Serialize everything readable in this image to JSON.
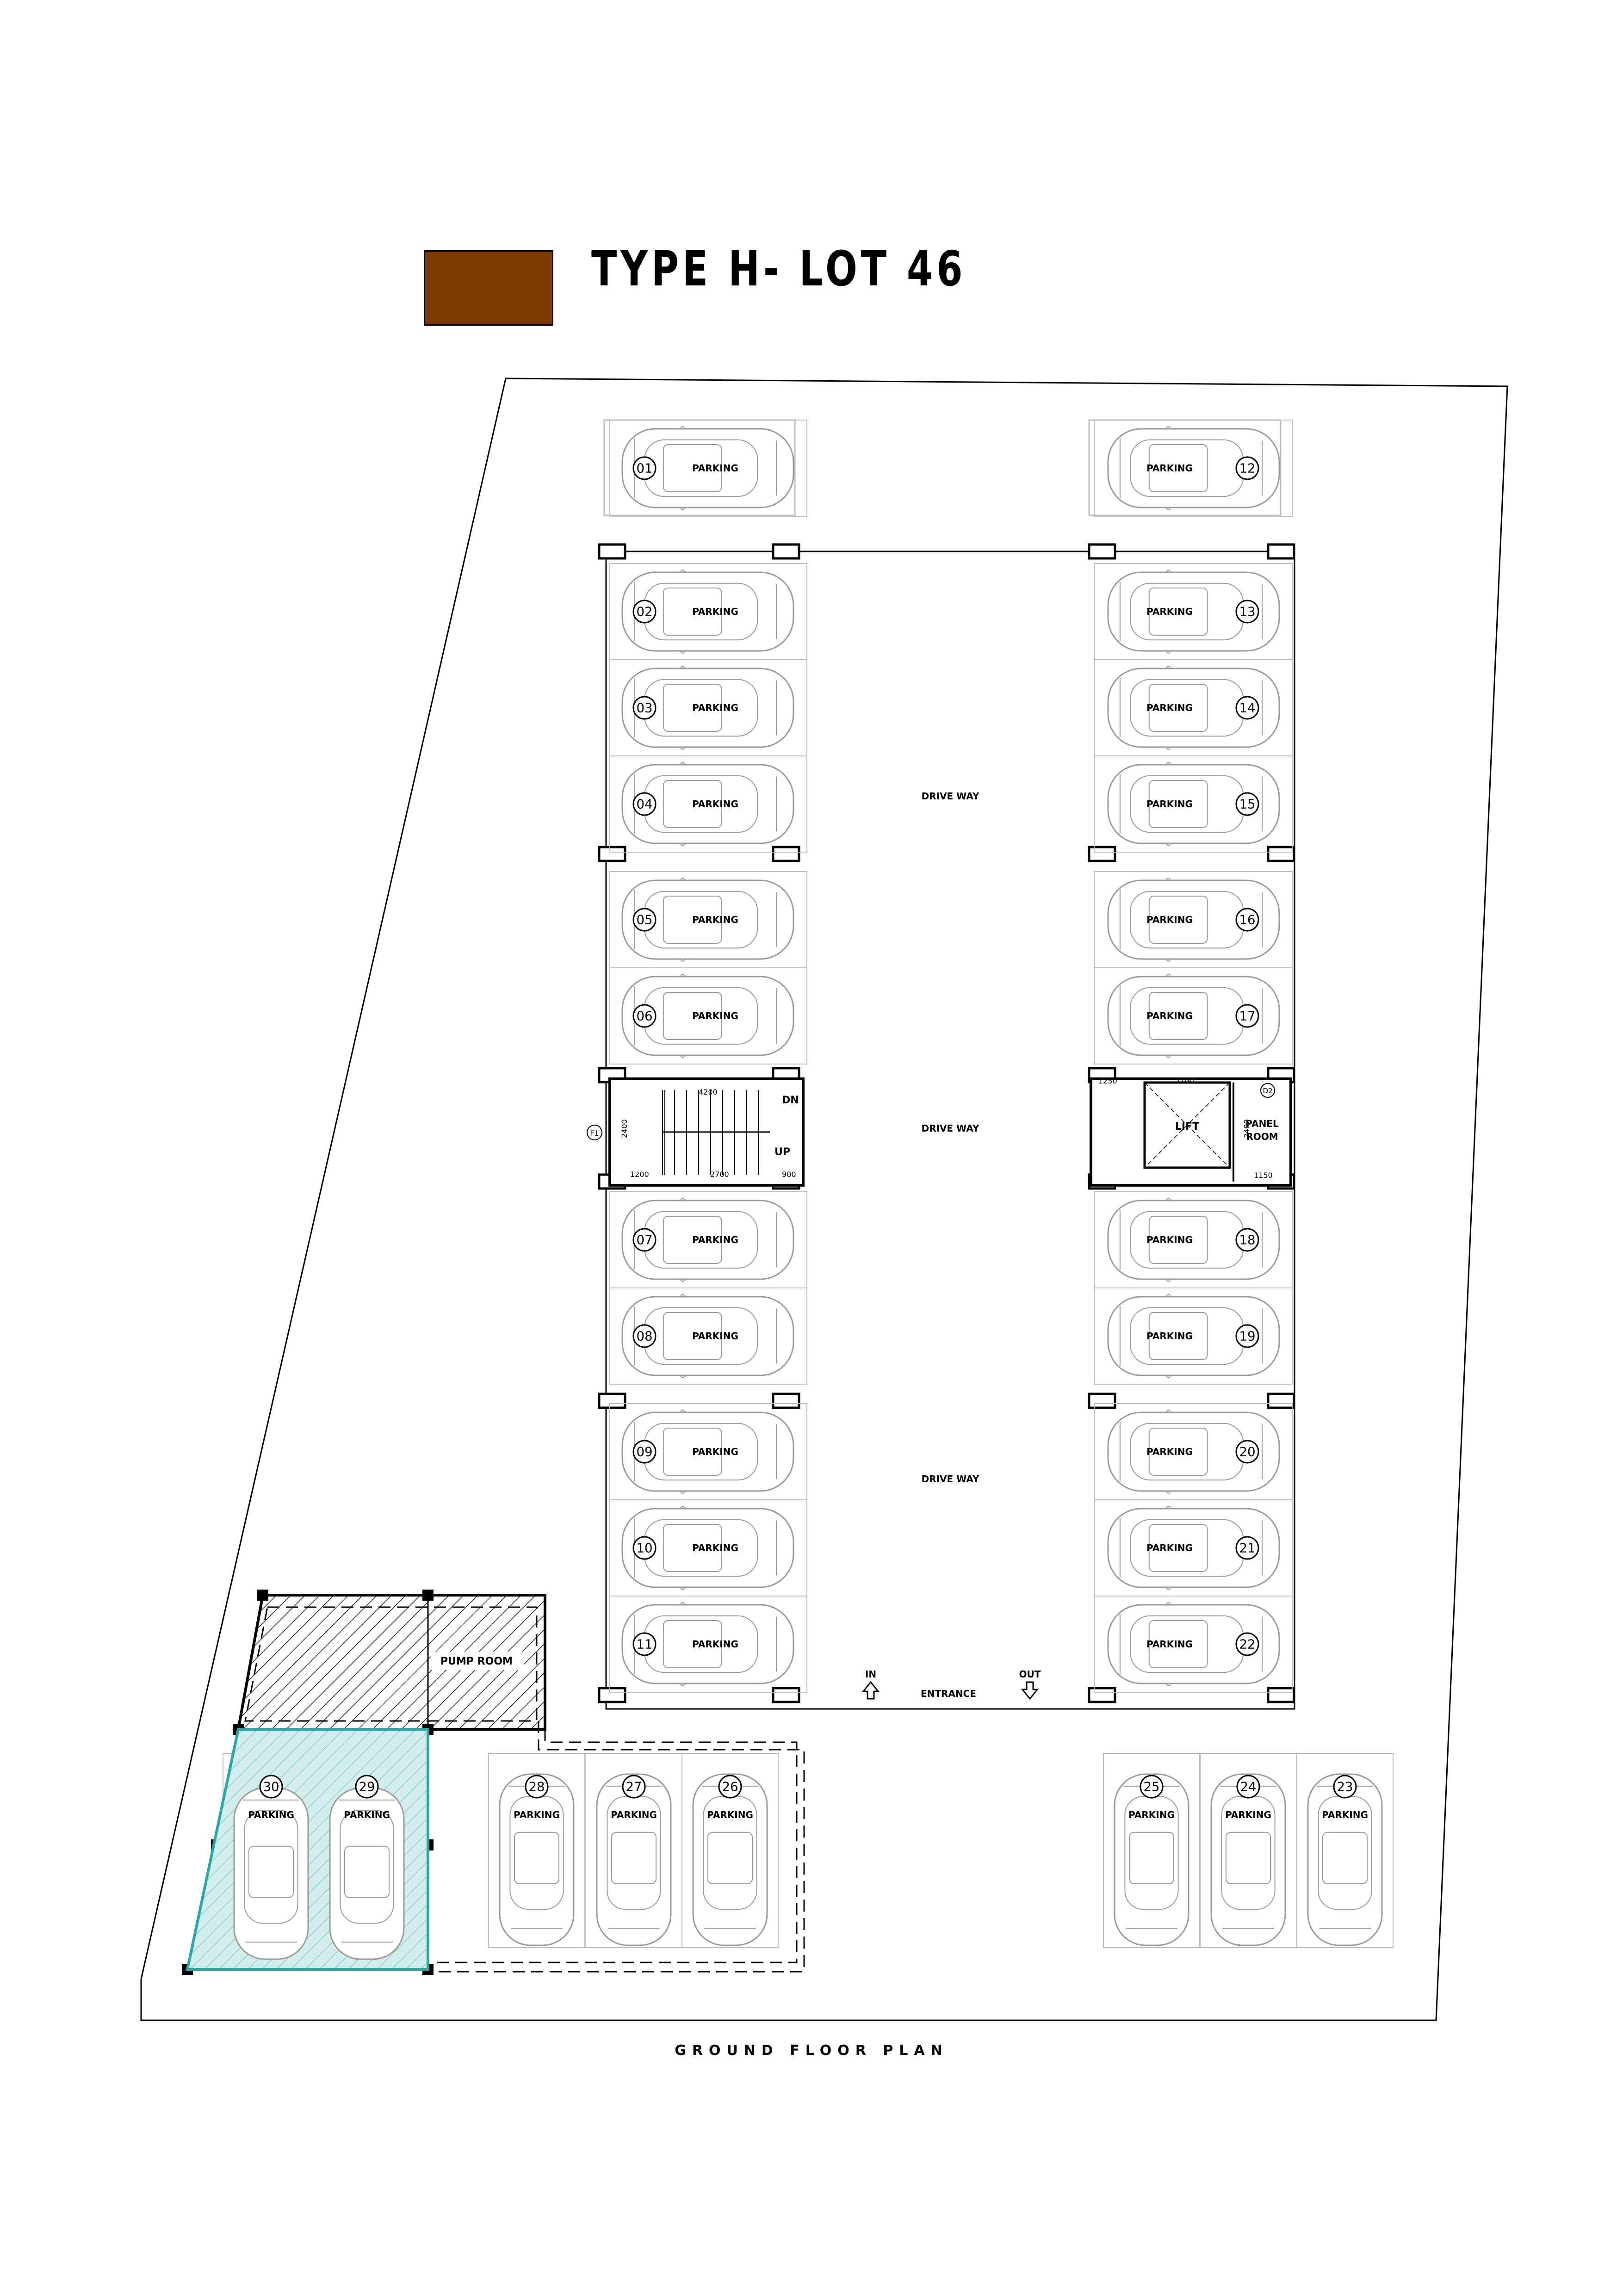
{
  "header": {
    "legend_color": "#7b3a00",
    "title": "TYPE  H- LOT 46"
  },
  "caption": "GROUND FLOOR PLAN",
  "labels": {
    "parking": "PARKING",
    "drive_way": "DRIVE WAY",
    "entrance": "ENTRANCE",
    "in": "IN",
    "out": "OUT",
    "lift": "LIFT",
    "panel_room": [
      "PANEL",
      "ROOM"
    ],
    "pump_room": "PUMP ROOM",
    "stair_dn": "DN",
    "stair_up": "UP"
  },
  "dimensions": {
    "stair_top": "4200",
    "stair_side": "2400",
    "stair_bottom_left": "1200",
    "stair_bottom_mid": "2700",
    "stair_bottom_right": "900",
    "lift_top_left": "1250",
    "lift_top_mid": "2100",
    "lift_side": "2400",
    "panel_bottom": "1150"
  },
  "tags": {
    "stair_tag": "F1",
    "panel_tag": "D2"
  },
  "parking_spaces": [
    {
      "number": "01"
    },
    {
      "number": "02"
    },
    {
      "number": "03"
    },
    {
      "number": "04"
    },
    {
      "number": "05"
    },
    {
      "number": "06"
    },
    {
      "number": "07"
    },
    {
      "number": "08"
    },
    {
      "number": "09"
    },
    {
      "number": "10"
    },
    {
      "number": "11"
    },
    {
      "number": "12"
    },
    {
      "number": "13"
    },
    {
      "number": "14"
    },
    {
      "number": "15"
    },
    {
      "number": "16"
    },
    {
      "number": "17"
    },
    {
      "number": "18"
    },
    {
      "number": "19"
    },
    {
      "number": "20"
    },
    {
      "number": "21"
    },
    {
      "number": "22"
    },
    {
      "number": "23"
    },
    {
      "number": "24"
    },
    {
      "number": "25"
    },
    {
      "number": "26"
    },
    {
      "number": "27"
    },
    {
      "number": "28"
    },
    {
      "number": "29"
    },
    {
      "number": "30"
    }
  ],
  "colors": {
    "line": "#000000",
    "car": "#9a9a9a",
    "stall": "#bdbdbd",
    "highlight": "#2aa7a7",
    "highlight_fill": "#bfe6e6"
  }
}
